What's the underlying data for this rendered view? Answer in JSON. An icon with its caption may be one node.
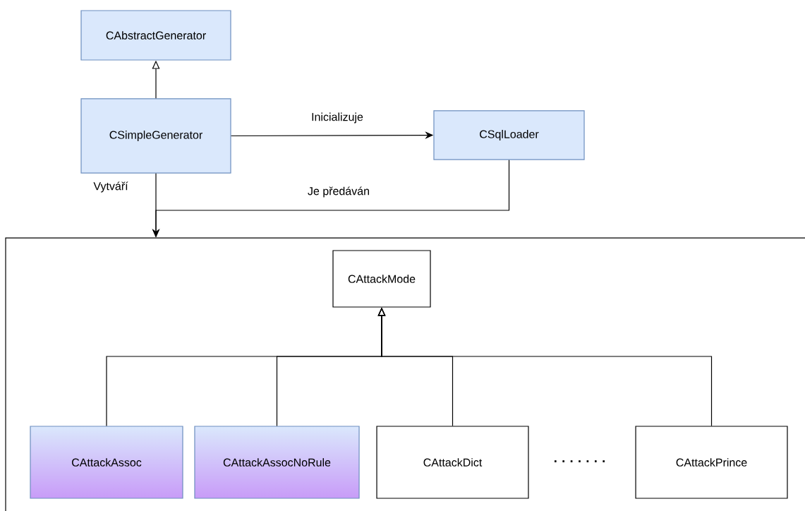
{
  "diagram": {
    "nodes": [
      {
        "text": [
          "CAbstractGenerator"
        ]
      },
      {
        "text": [
          "CSimpleGenerator"
        ]
      },
      {
        "text": [
          "CSqlLoader"
        ]
      },
      {
        "text": [],
        "shape": "box"
      },
      {
        "text": [
          "CAttackMode"
        ],
        "in": 3
      },
      {
        "text": [
          "CAttackAssoc"
        ],
        "in": 3
      },
      {
        "text": [
          "CAttackAssocNoRule"
        ],
        "in": 3
      },
      {
        "text": [
          "CAttackDict"
        ],
        "in": 3
      },
      {
        "text": [
          "CAttackPrince"
        ],
        "in": 3
      }
    ],
    "edges": [
      {
        "from": 1,
        "to": 0,
        "arrow": "to"
      },
      {
        "from": 1,
        "to": 2,
        "arrow": "to",
        "label": "Inicializuje"
      },
      {
        "from": 1,
        "to": 3,
        "arrow": "to",
        "label": "Vytváří"
      },
      {
        "from": 2,
        "to": 3,
        "arrow": "to",
        "label": "Je předáván"
      },
      {
        "from": 5,
        "to": 4,
        "arrow": "to"
      },
      {
        "from": 6,
        "to": 4,
        "arrow": "to"
      },
      {
        "from": 7,
        "to": 4,
        "arrow": "to"
      },
      {
        "from": 8,
        "to": 4,
        "arrow": "to"
      }
    ],
    "labels": [
      "· · · · · · ·"
    ]
  }
}
